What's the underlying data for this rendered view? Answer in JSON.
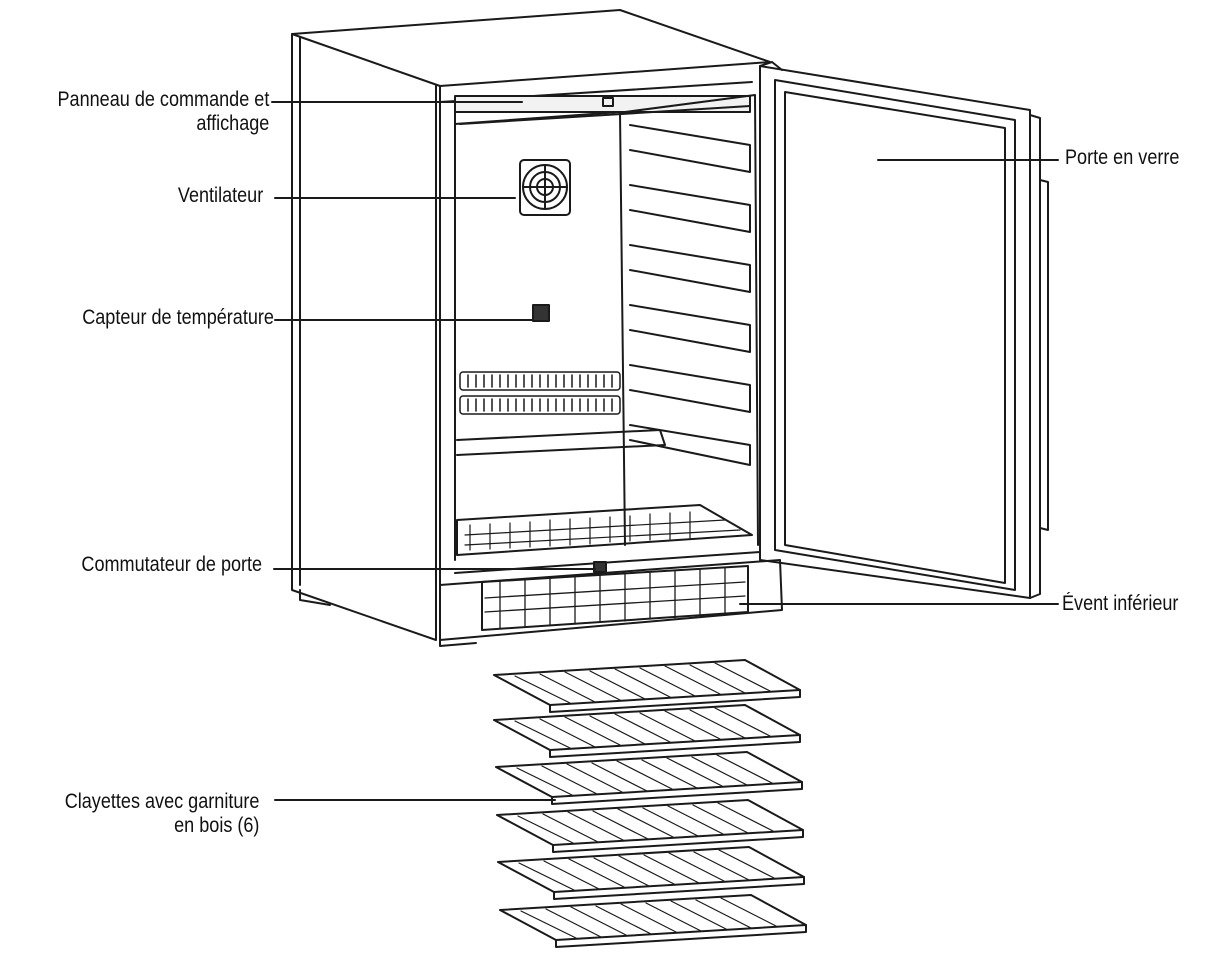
{
  "labels": {
    "control_panel": {
      "line1": "Panneau de commande et",
      "line2": "affichage"
    },
    "fan": "Ventilateur",
    "temp_sensor": "Capteur de température",
    "door_switch": "Commutateur de porte",
    "glass_door": "Porte en verre",
    "bottom_vent": "Évent inférieur",
    "shelves": {
      "line1": "Clayettes avec garniture",
      "line2": "en bois (6)"
    }
  },
  "colors": {
    "ink": "#1a1a1a",
    "background": "#ffffff"
  }
}
